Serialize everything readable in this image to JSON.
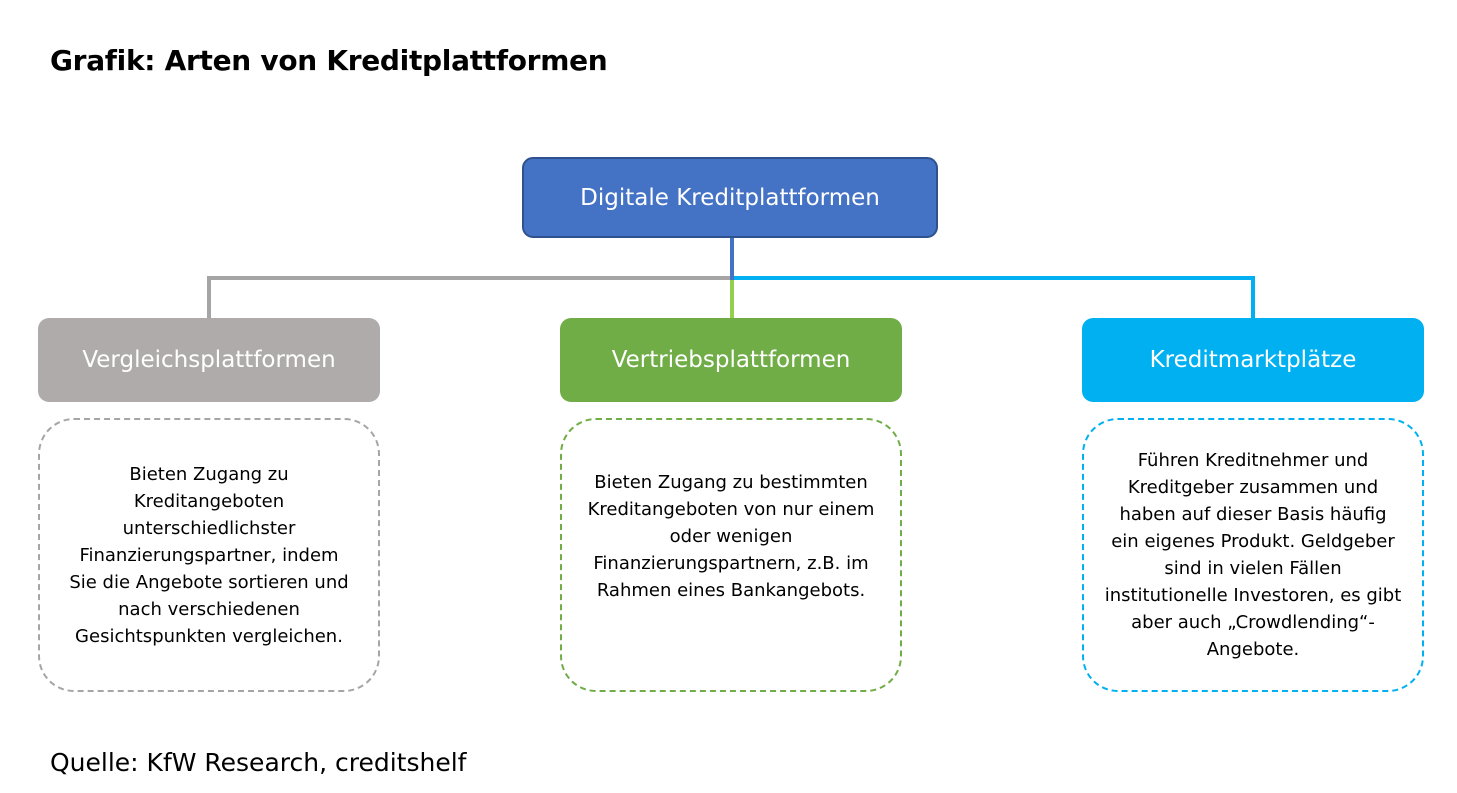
{
  "title": "Grafik: Arten von Kreditplattformen",
  "source": "Quelle: KfW Research, creditshelf",
  "root": {
    "label": "Digitale Kreditplattformen",
    "color": "#4472c4"
  },
  "categories": [
    {
      "label": "Vergleichsplattformen",
      "color": "#afabab",
      "description": "Bieten Zugang zu Kreditangeboten unterschiedlichster Finanzierungspartner, indem Sie die Angebote sortieren und nach verschiedenen Gesichtspunkten vergleichen."
    },
    {
      "label": "Vertriebsplattformen",
      "color": "#70ad47",
      "description": "Bieten Zugang zu bestimmten Kreditangeboten von nur einem oder wenigen Finanzierungspartnern, z.B. im Rahmen eines Bankangebots."
    },
    {
      "label": "Kreditmarktplätze",
      "color": "#00b0f0",
      "description": "Führen Kreditnehmer und Kreditgeber zusammen und haben auf dieser Basis häufig ein eigenes Produkt. Geldgeber sind in vielen Fällen institutionelle Investoren, es gibt aber auch „Crowdlending“-Angebote."
    }
  ]
}
